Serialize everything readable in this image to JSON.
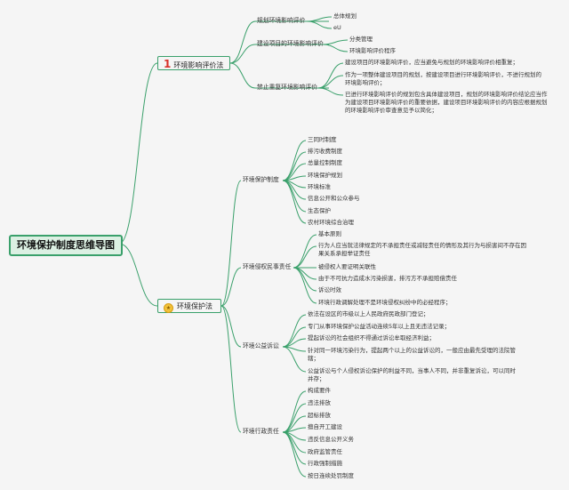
{
  "root": "环境保护制度思维导图",
  "branch1": {
    "number": "1",
    "label": "环境影响评价法",
    "sub": [
      {
        "label": "规划环境影响评价",
        "items": [
          "总体规划",
          "eU"
        ]
      },
      {
        "label": "建设项目的环境影响评价",
        "items": [
          "分类管理",
          "环境影响评价程序"
        ]
      },
      {
        "label": "禁止重复环境影响评价",
        "items": [
          "建设项目的环境影响评价，应当避免与规划的环境影响评价相重复；",
          "作为一项整体建设项目的规划，按建设项目进行环境影响评价，不进行规划的环境影响评价；",
          "已进行环境影响评价的规划包含具体建设项目，规划的环境影响评价结论应当作为建设项目环境影响评价的重要依据，建设项目环境影响评价的内容应根据规划的环境影响评价审查意见予以简化；"
        ]
      }
    ]
  },
  "branch2": {
    "label": "环境保护法",
    "sub": [
      {
        "label": "环境保护制度",
        "items": [
          "三同时制度",
          "排污收费制度",
          "总量控制制度",
          "环境保护规划",
          "环境标准",
          "信息公开和公众参与",
          "生态保护",
          "农村环境综合治理"
        ]
      },
      {
        "label": "环境侵权民事责任",
        "items": [
          "基本原则",
          "行为人应当就法律规定的不承担责任或减轻责任的情形及其行为与损害间不存在因果关系承担举证责任",
          "被侵权人要证明关联性",
          "由于不可抗力造成水污染损害，排污方不承担赔偿责任",
          "诉讼时效",
          "环境行政调解处理不是环境侵权纠纷中的必经程序；"
        ]
      },
      {
        "label": "环境公益诉讼",
        "items": [
          "依法在设区的市级以上人民政府民政部门登记；",
          "专门从事环境保护公益活动连续5年以上且无违法记录；",
          "提起诉讼的社会组织不得通过诉讼牟取经济利益；",
          "针对同一环境污染行为，提起两个以上的公益诉讼的，一般应由最先受理的法院管辖；",
          "公益诉讼与个人侵权诉讼保护的利益不同，当事人不同，并非重复诉讼，可以同时并存；"
        ]
      },
      {
        "label": "环境行政责任",
        "items": [
          "构成要件",
          "违法排放",
          "超标排放",
          "擅自开工建设",
          "违反信息公开义务",
          "政府监管责任",
          "行政强制措施",
          "按日连续处罚制度"
        ]
      }
    ]
  }
}
